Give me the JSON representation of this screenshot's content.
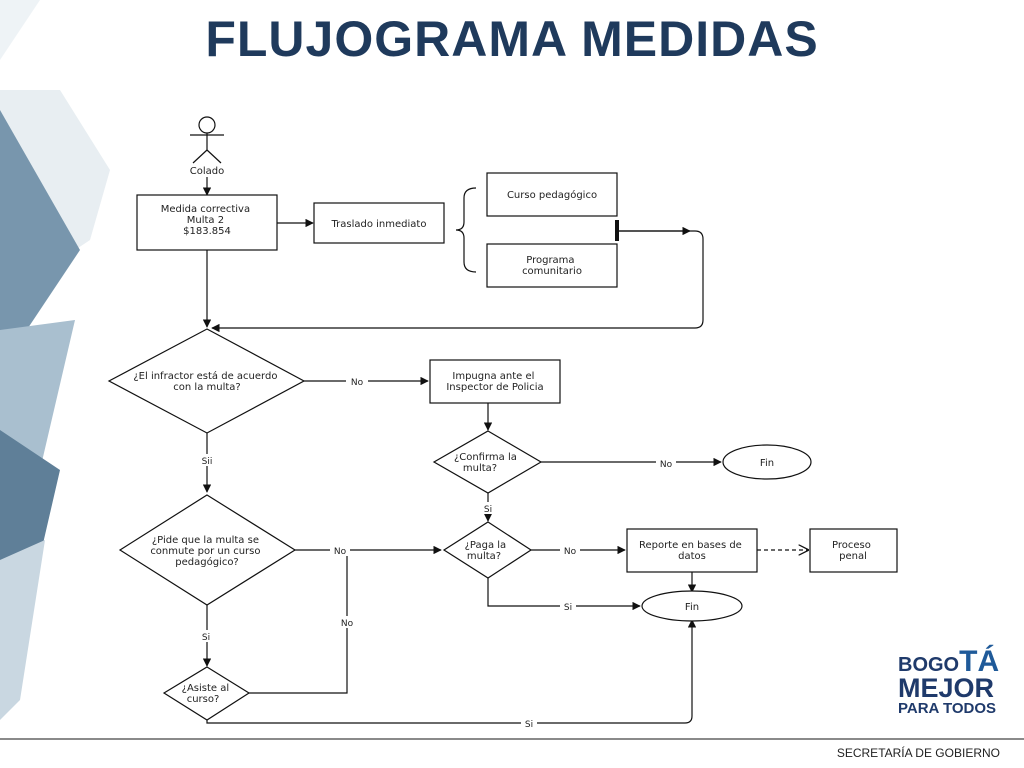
{
  "title": "FLUJOGRAMA MEDIDAS",
  "actor": "Colado",
  "nodes": {
    "medida": [
      "Medida correctiva",
      "Multa 2",
      "$183.854"
    ],
    "traslado": [
      "Traslado inmediato"
    ],
    "curso": [
      "Curso pedagógico"
    ],
    "programa": [
      "Programa",
      "comunitario"
    ],
    "acuerdo": [
      "¿El infractor está de acuerdo",
      "con la multa?"
    ],
    "impugna": [
      "Impugna ante el",
      "Inspector de Policia"
    ],
    "confirma": [
      "¿Confirma la",
      "multa?"
    ],
    "fin_top": [
      "Fin"
    ],
    "conmute": [
      "¿Pide que la multa se",
      "conmute por un curso",
      "pedagógico?"
    ],
    "paga": [
      "¿Paga la",
      "multa?"
    ],
    "reporte": [
      "Reporte en bases de",
      "datos"
    ],
    "proceso": [
      "Proceso",
      "penal"
    ],
    "fin_bottom": [
      "Fin"
    ],
    "asiste": [
      "¿Asiste al",
      "curso?"
    ]
  },
  "edge_labels": {
    "acuerdo_no": "No",
    "acuerdo_si": "Sii",
    "confirma_no": "No",
    "confirma_si": "Si",
    "conmute_no": "No",
    "conmute_si": "Si",
    "paga_no": "No",
    "paga_si": "Si",
    "asiste_no": "No",
    "asiste_si": "Si"
  },
  "logo": {
    "line1_small": "BOGO",
    "line1_big": "TÁ",
    "line2": "MEJOR",
    "line3": "PARA TODOS"
  },
  "footer": "SECRETARÍA DE GOBIERNO",
  "colors": {
    "title": "#1f3a5c",
    "decoration_blue": "#6f8fa8",
    "decoration_light": "#c8d6e0",
    "logo": "#1f3a6b"
  }
}
